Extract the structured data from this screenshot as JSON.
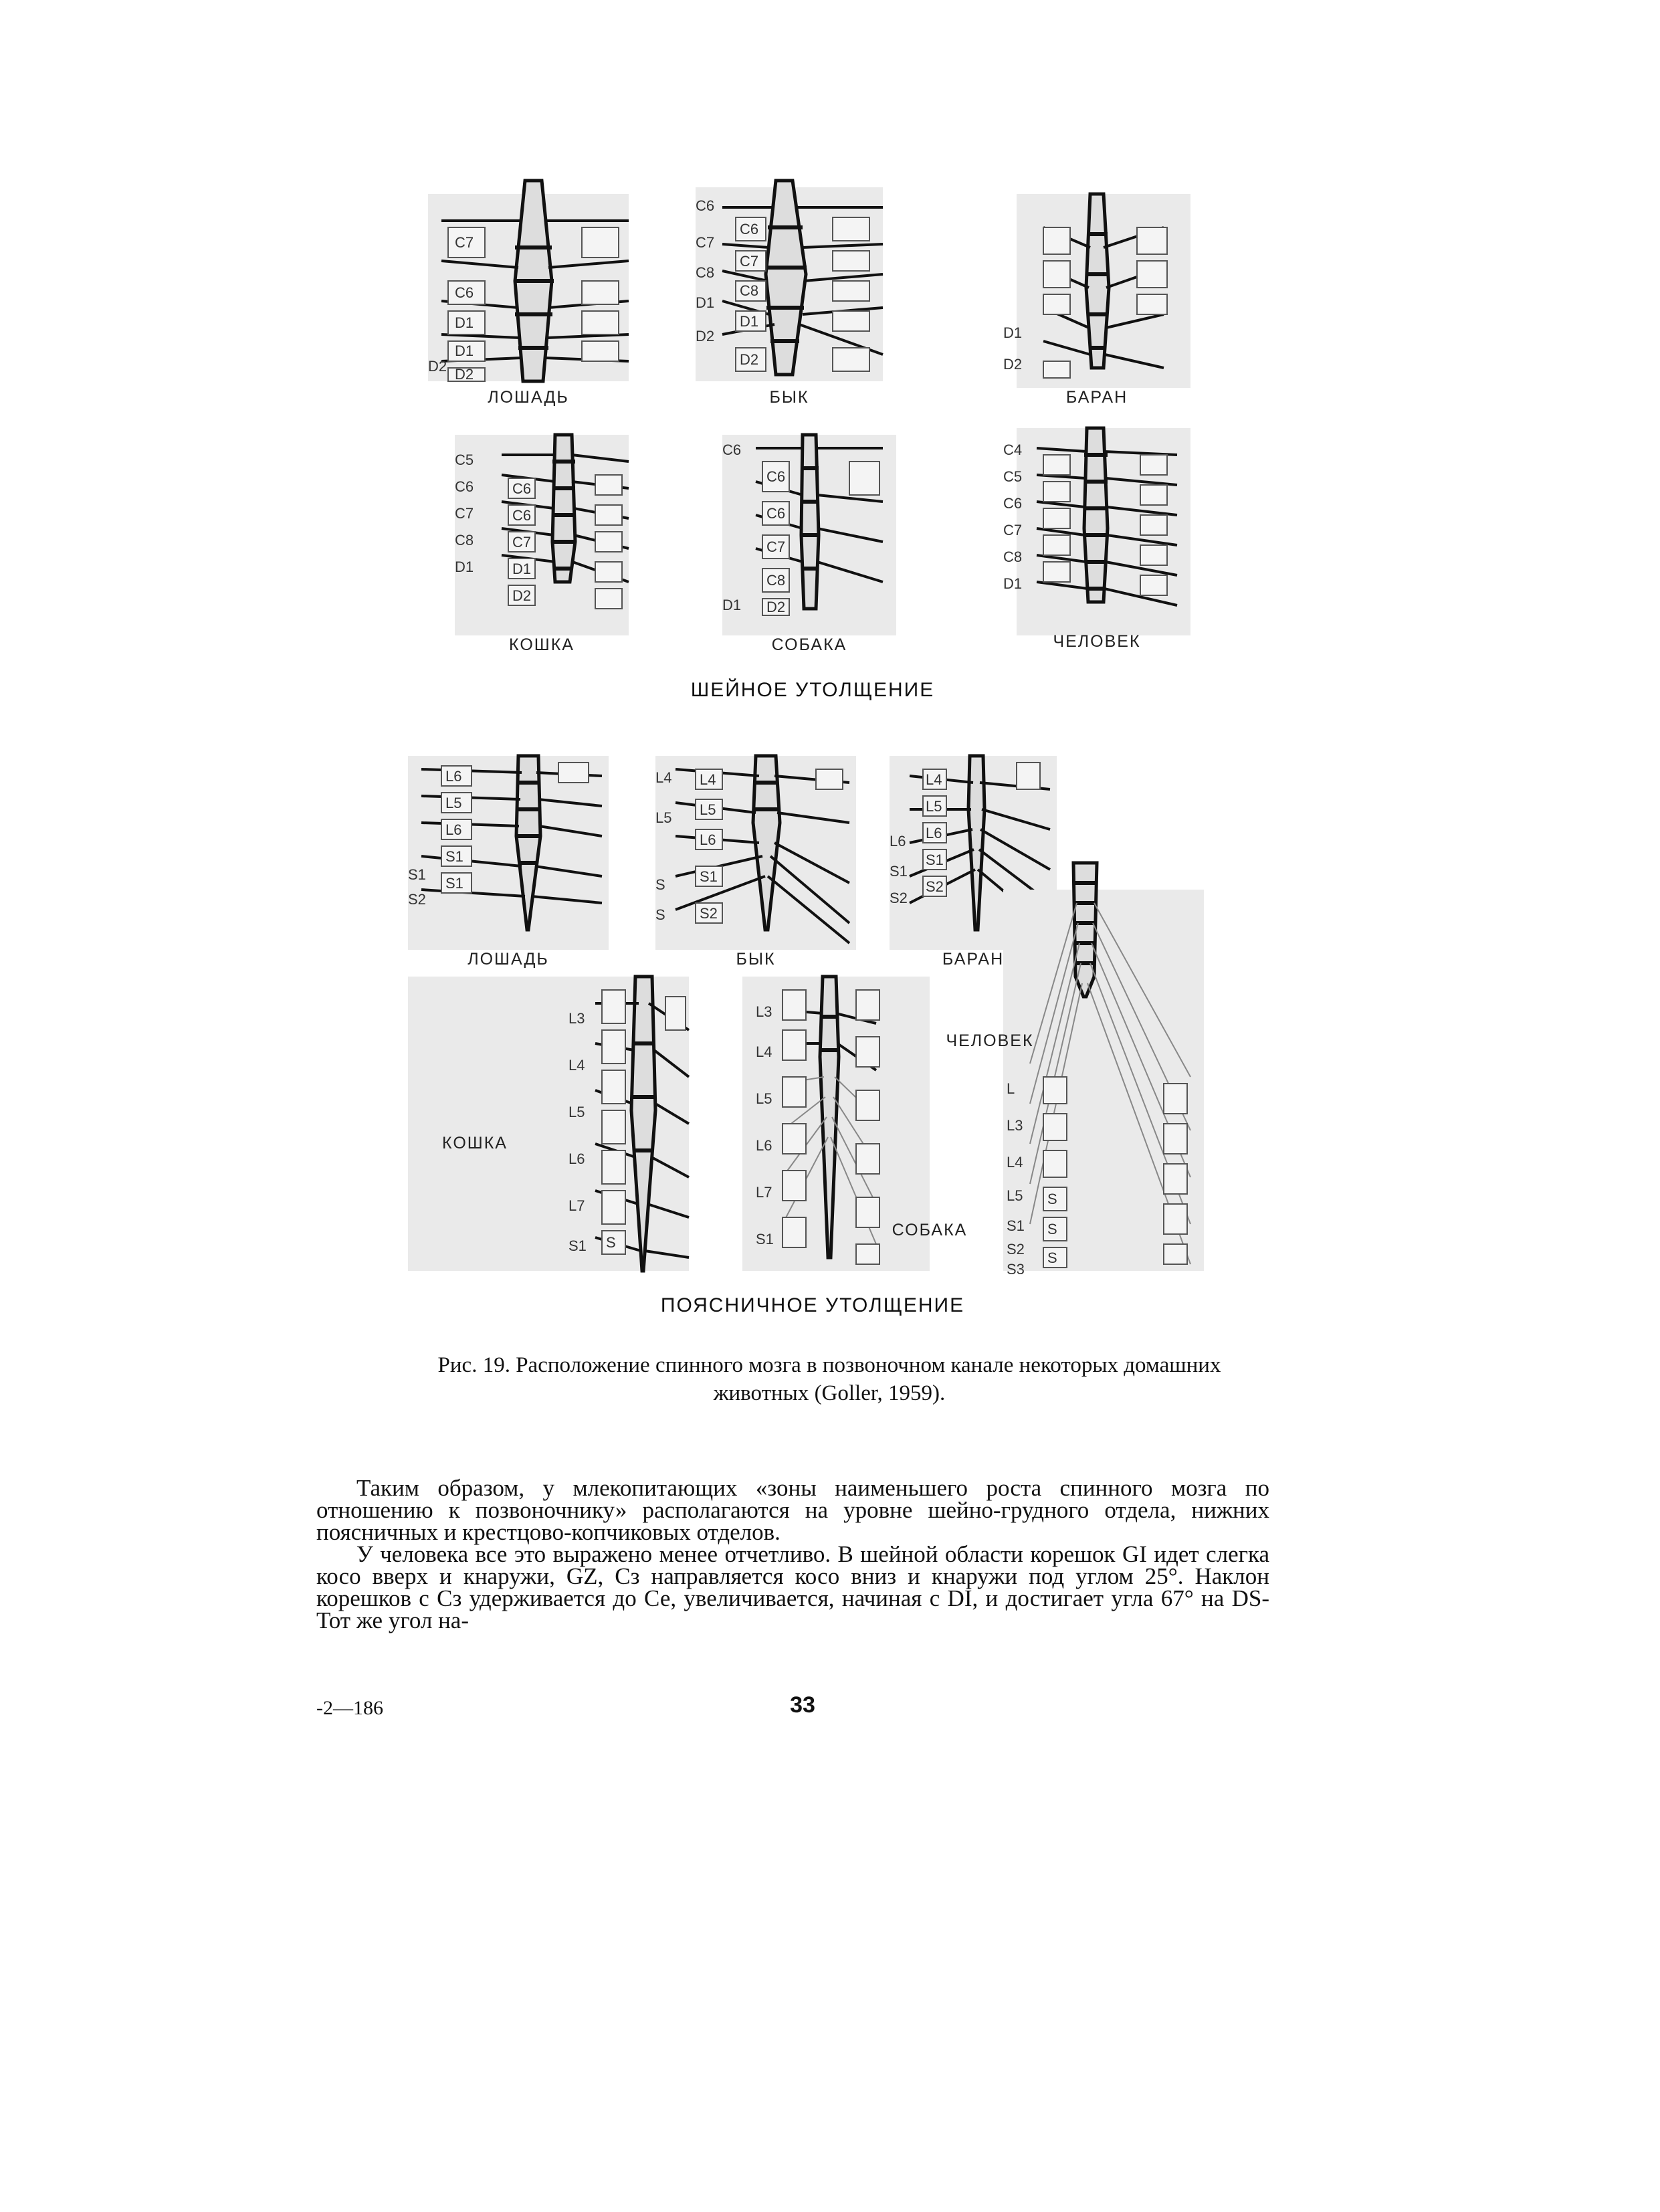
{
  "figure": {
    "cervical_heading": "ШЕЙНОЕ УТОЛЩЕНИЕ",
    "lumbar_heading": "ПОЯСНИЧНОЕ УТОЛЩЕНИЕ",
    "cervical_panels": [
      {
        "caption": "ЛОШАДЬ",
        "left_labels": [
          "",
          "",
          "",
          "",
          "D2"
        ],
        "box_labels": [
          "C7",
          "C6",
          "D1",
          "D1",
          "D2"
        ]
      },
      {
        "caption": "БЫК",
        "left_labels": [
          "C6",
          "C7",
          "C8",
          "D1",
          "D2"
        ],
        "box_labels": [
          "C6",
          "C7",
          "C8",
          "D1",
          "D2"
        ]
      },
      {
        "caption": "БАРАН",
        "left_labels": [
          "",
          "",
          "",
          "D1",
          "D2"
        ],
        "box_labels": [
          "",
          "",
          "",
          "",
          ""
        ]
      },
      {
        "caption": "КОШКА",
        "left_labels": [
          "C5",
          "C6",
          "C7",
          "C8",
          "D1"
        ],
        "box_labels": [
          "C6",
          "C6",
          "C7",
          "D1",
          "D2"
        ]
      },
      {
        "caption": "СОБАКА",
        "left_labels": [
          "C6",
          "",
          "",
          "",
          "D1"
        ],
        "box_labels": [
          "C6",
          "C6",
          "C7",
          "C8",
          "D2"
        ]
      },
      {
        "caption": "ЧЕЛОВЕК",
        "left_labels": [
          "C4",
          "C5",
          "C6",
          "C7",
          "C8",
          "D1"
        ],
        "box_labels": [
          "",
          "",
          "",
          "",
          "",
          ""
        ]
      }
    ],
    "lumbar_panels": [
      {
        "caption": "ЛОШАДЬ",
        "left_labels": [
          "",
          "",
          "",
          "S1",
          "S2"
        ],
        "box_labels": [
          "L6",
          "L5",
          "L6",
          "S1",
          "S1"
        ]
      },
      {
        "caption": "БЫК",
        "left_labels": [
          "L4",
          "L5",
          "",
          "S",
          "S"
        ],
        "box_labels": [
          "L4",
          "L5",
          "L6",
          "S1",
          "S2"
        ]
      },
      {
        "caption": "БАРАН",
        "left_labels": [
          "",
          "",
          "L6",
          "S1",
          "S2"
        ],
        "box_labels": [
          "L4",
          "L5",
          "L6",
          "S1",
          "S2"
        ]
      },
      {
        "caption": "КОШКА",
        "left_labels": [
          "L3",
          "L4",
          "L5",
          "L6",
          "L7",
          "S1"
        ],
        "box_labels": [
          "",
          "",
          "",
          "",
          "",
          "S"
        ]
      },
      {
        "caption": "СОБАКА",
        "left_labels": [
          "L3",
          "L4",
          "L5",
          "L6",
          "L7",
          "S1"
        ],
        "box_labels": [
          "",
          "",
          "",
          "",
          "",
          ""
        ]
      },
      {
        "caption": "ЧЕЛОВЕК",
        "left_labels": [
          "L",
          "L3",
          "L4",
          "L5",
          "S1",
          "S2",
          "S3"
        ],
        "box_labels": [
          "",
          "",
          "",
          "",
          "S",
          "S",
          "S"
        ]
      }
    ],
    "caption_line1": "Рис. 19. Расположение спинного мозга в позвоночном канале некоторых  домашних",
    "caption_line2": "животных (Goller, 1959)."
  },
  "body": {
    "paragraph1": "Таким образом, у млекопитающих «зоны наименьшего роста спинного мозга по отношению к позвоночнику» располагаются на уровне шейно-грудного отдела, нижних поясничных и крестцово-копчиковых отделов.",
    "paragraph2": "У человека все это выражено менее отчетливо. В шейной области корешок GI идет слегка косо вверх и кнаружи, GZ, Сз направляется косо вниз и кнаружи под углом 25°. Наклон корешков с Сз удерживается до Се, увеличивается, начиная с DI, и достигает угла 67° на DS- Тот же угол на-"
  },
  "footer": {
    "signature": "-2—186",
    "page_number": "33"
  }
}
